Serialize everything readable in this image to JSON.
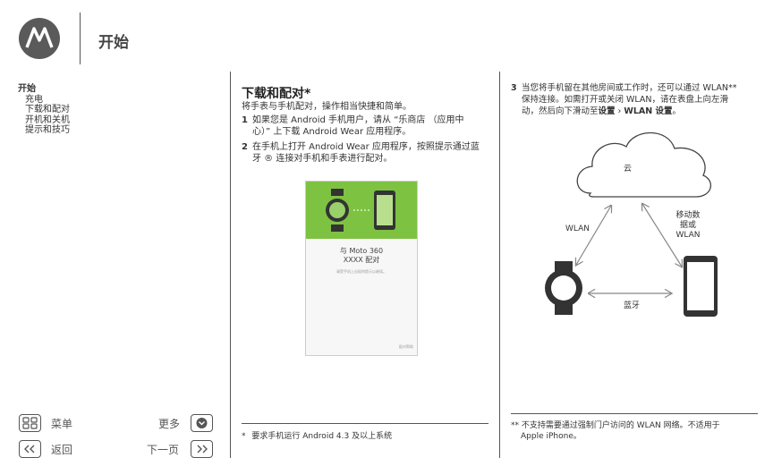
{
  "header": {
    "title": "开始"
  },
  "toc": {
    "heading": "开始",
    "items": [
      "充电",
      "下载和配对",
      "开机和关机",
      "提示和技巧"
    ]
  },
  "col1": {
    "heading": "下载和配对*",
    "intro": "将手表与手机配对，操作相当快捷和简单。",
    "steps": [
      {
        "num": "1",
        "lines": [
          "如果您是 Android 手机用户，请从 “乐商店 （应用中",
          "心）” 上下载 Android Wear 应用程序。"
        ]
      },
      {
        "num": "2",
        "lines": [
          "在手机上打开  Android Wear 应用程序，按照提示通过蓝",
          "牙 ® 连接对手机和手表进行配对。"
        ]
      }
    ],
    "phone_screen": {
      "line1": "与 Moto 360",
      "line2": "XXXX 配对",
      "line3": "请受手机上出现的提示以继续。",
      "footer": "配对帮助"
    },
    "footnote": "要求手机运行 Android 4.3 及以上系统",
    "footnote_mark": "*"
  },
  "col2": {
    "step_num": "3",
    "lines": [
      "当您将手机留在其他房间或工作时，还可以通过 WLAN**",
      "保持连接。如需打开或关闭 WLAN，请在表盘上向左滑",
      "动，然后向下滑动至"
    ],
    "bold1": "设置",
    "arrow": " › ",
    "bold2": "WLAN 设置",
    "end": "。",
    "diagram": {
      "cloud": "云",
      "wlan": "WLAN",
      "mobile": [
        "移动数",
        "据或",
        "WLAN"
      ],
      "bluetooth": "蓝牙"
    },
    "footnote_mark": "**",
    "footnote": [
      "不支持需要通过强制门户访问的 WLAN 网络。不适用于",
      "Apple iPhone。"
    ]
  },
  "nav": {
    "menu": "菜单",
    "more": "更多",
    "back": "返回",
    "next": "下一页"
  }
}
